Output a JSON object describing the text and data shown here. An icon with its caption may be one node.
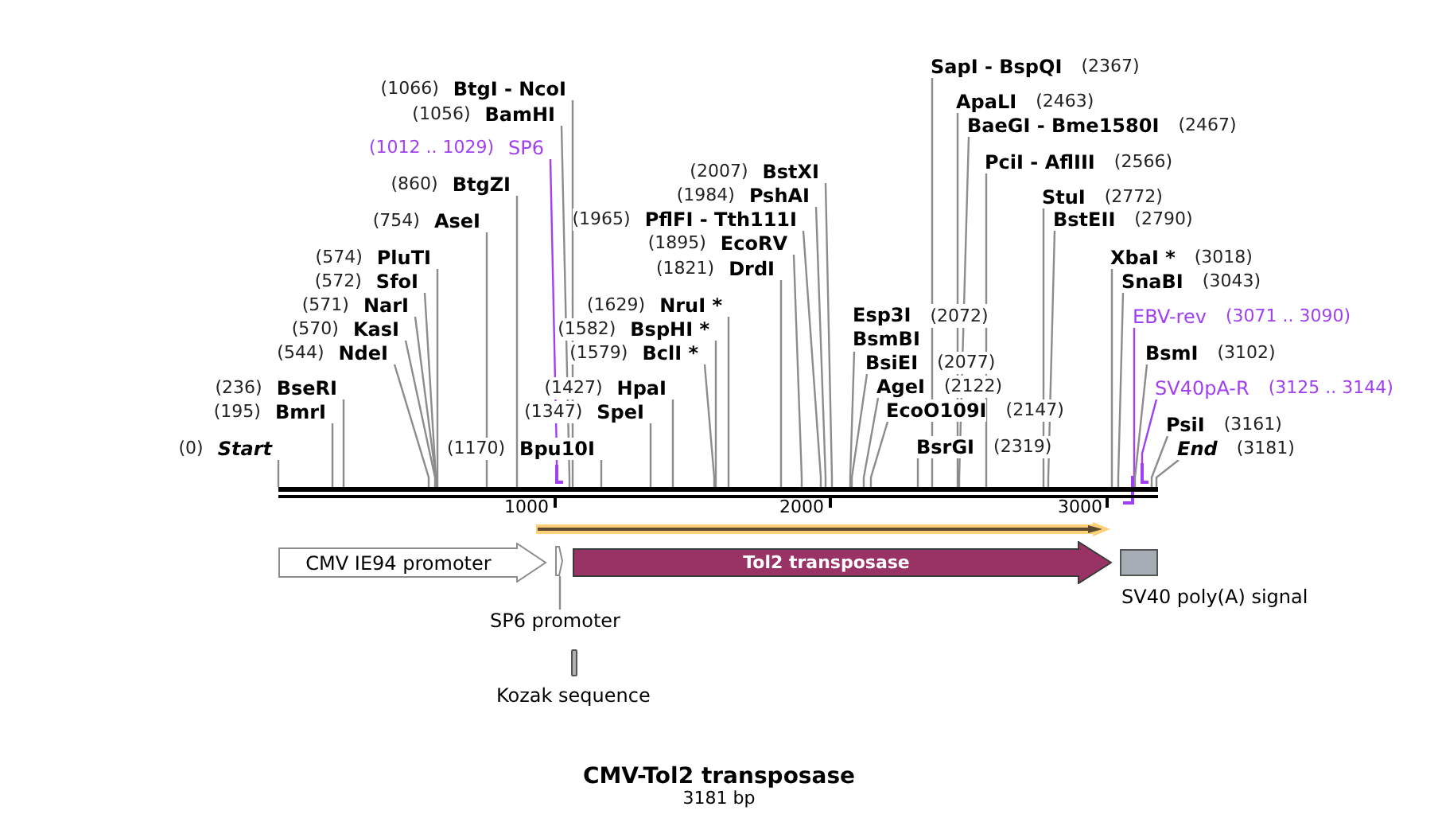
{
  "diagram": {
    "title": "CMV-Tol2 transposase",
    "caption": "3181 bp",
    "nodes": [
      {
        "text": [
          "(1066)",
          "BtgI - NcoI"
        ]
      },
      {
        "text": [
          "(1056)",
          "BamHI"
        ]
      },
      {
        "text": [
          "(1012 .. 1029)",
          "SP6"
        ]
      },
      {
        "text": [
          "(860)",
          "BtgZI"
        ]
      },
      {
        "text": [
          "(754)",
          "AseI"
        ]
      },
      {
        "text": [
          "(574)",
          "PluTI"
        ]
      },
      {
        "text": [
          "(572)",
          "SfoI"
        ]
      },
      {
        "text": [
          "(571)",
          "NarI"
        ]
      },
      {
        "text": [
          "(570)",
          "KasI"
        ]
      },
      {
        "text": [
          "(544)",
          "NdeI"
        ]
      },
      {
        "text": [
          "(236)",
          "BseRI"
        ]
      },
      {
        "text": [
          "(195)",
          "BmrI"
        ]
      },
      {
        "text": [
          "(0)",
          "Start"
        ]
      },
      {
        "text": [
          "(1170)",
          "Bpu10I"
        ]
      },
      {
        "text": [
          "(2007)",
          "BstXI"
        ]
      },
      {
        "text": [
          "(1984)",
          "PshAI"
        ]
      },
      {
        "text": [
          "(1965)",
          "PflFI - Tth111I"
        ]
      },
      {
        "text": [
          "(1895)",
          "EcoRV"
        ]
      },
      {
        "text": [
          "(1821)",
          "DrdI"
        ]
      },
      {
        "text": [
          "(1629)",
          "NruI *"
        ]
      },
      {
        "text": [
          "(1582)",
          "BspHI *"
        ]
      },
      {
        "text": [
          "(1579)",
          "BclI *"
        ]
      },
      {
        "text": [
          "(1427)",
          "HpaI"
        ]
      },
      {
        "text": [
          "(1347)",
          "SpeI"
        ]
      },
      {
        "text": [
          "SapI - BspQI",
          "(2367)"
        ]
      },
      {
        "text": [
          "ApaLI",
          "(2463)"
        ]
      },
      {
        "text": [
          "BaeGI - Bme1580I",
          "(2467)"
        ]
      },
      {
        "text": [
          "PciI - AflIII",
          "(2566)"
        ]
      },
      {
        "text": [
          "StuI",
          "(2772)"
        ]
      },
      {
        "text": [
          "BstEII",
          "(2790)"
        ]
      },
      {
        "text": [
          "XbaI *",
          "(3018)"
        ]
      },
      {
        "text": [
          "SnaBI",
          "(3043)"
        ]
      },
      {
        "text": [
          "EBV-rev",
          "(3071 .. 3090)"
        ]
      },
      {
        "text": [
          "BsmI",
          "(3102)"
        ]
      },
      {
        "text": [
          "SV40pA-R",
          "(3125 .. 3144)"
        ]
      },
      {
        "text": [
          "PsiI",
          "(3161)"
        ]
      },
      {
        "text": [
          "End",
          "(3181)"
        ]
      },
      {
        "text": [
          "Esp3I",
          "(2072)",
          "BsmBI"
        ]
      },
      {
        "text": [
          "BsiEI",
          "(2077)"
        ]
      },
      {
        "text": [
          "AgeI",
          "(2122)"
        ]
      },
      {
        "text": [
          "EcoO109I",
          "(2147)"
        ]
      },
      {
        "text": [
          "BsrGI",
          "(2319)"
        ]
      },
      {
        "text": [],
        "shape": "bracket"
      },
      {
        "text": [],
        "shape": "bracket"
      },
      {
        "text": [],
        "shape": "bracket"
      },
      {
        "text": [],
        "shape": "bar"
      },
      {
        "text": [
          "CMV IE94 promoter"
        ]
      },
      {
        "text": [],
        "shape": "arrow"
      },
      {
        "text": [
          "SP6 promoter"
        ]
      },
      {
        "text": [
          "Tol2 transposase"
        ]
      },
      {
        "text": [],
        "shape": "bar",
        "beside": [
          "Kozak sequence"
        ]
      },
      {
        "text": [],
        "shape": "box",
        "beside": [
          "SV40 poly(A) signal"
        ]
      }
    ],
    "edges": [
      {
        "from": 0,
        "to": 45,
        "arrow": "none"
      },
      {
        "from": 1,
        "to": 45,
        "arrow": "none"
      },
      {
        "from": 2,
        "to": 42,
        "arrow": "none",
        "color": "#a040f0"
      },
      {
        "from": 3,
        "to": 45,
        "arrow": "none"
      },
      {
        "from": 4,
        "to": 45,
        "arrow": "none"
      },
      {
        "from": 5,
        "to": 45,
        "arrow": "none"
      },
      {
        "from": 6,
        "to": 45,
        "arrow": "none"
      },
      {
        "from": 7,
        "to": 45,
        "arrow": "none"
      },
      {
        "from": 8,
        "to": 45,
        "arrow": "none"
      },
      {
        "from": 9,
        "to": 45,
        "arrow": "none"
      },
      {
        "from": 10,
        "to": 45,
        "arrow": "none"
      },
      {
        "from": 11,
        "to": 45,
        "arrow": "none"
      },
      {
        "from": 12,
        "to": 45,
        "arrow": "none"
      },
      {
        "from": 13,
        "to": 45,
        "arrow": "none"
      },
      {
        "from": 14,
        "to": 45,
        "arrow": "none"
      },
      {
        "from": 15,
        "to": 45,
        "arrow": "none"
      },
      {
        "from": 16,
        "to": 45,
        "arrow": "none"
      },
      {
        "from": 17,
        "to": 45,
        "arrow": "none"
      },
      {
        "from": 18,
        "to": 45,
        "arrow": "none"
      },
      {
        "from": 19,
        "to": 45,
        "arrow": "none"
      },
      {
        "from": 20,
        "to": 45,
        "arrow": "none"
      },
      {
        "from": 21,
        "to": 45,
        "arrow": "none"
      },
      {
        "from": 22,
        "to": 45,
        "arrow": "none"
      },
      {
        "from": 23,
        "to": 45,
        "arrow": "none"
      },
      {
        "from": 24,
        "to": 45,
        "arrow": "none"
      },
      {
        "from": 25,
        "to": 45,
        "arrow": "none"
      },
      {
        "from": 26,
        "to": 45,
        "arrow": "none"
      },
      {
        "from": 27,
        "to": 45,
        "arrow": "none"
      },
      {
        "from": 28,
        "to": 45,
        "arrow": "none"
      },
      {
        "from": 29,
        "to": 45,
        "arrow": "none"
      },
      {
        "from": 30,
        "to": 45,
        "arrow": "none"
      },
      {
        "from": 31,
        "to": 45,
        "arrow": "none"
      },
      {
        "from": 32,
        "to": 43,
        "arrow": "none",
        "color": "#a040f0"
      },
      {
        "from": 33,
        "to": 45,
        "arrow": "none"
      },
      {
        "from": 34,
        "to": 44,
        "arrow": "none",
        "color": "#a040f0"
      },
      {
        "from": 35,
        "to": 45,
        "arrow": "none"
      },
      {
        "from": 36,
        "to": 45,
        "arrow": "none"
      },
      {
        "from": 37,
        "to": 45,
        "arrow": "none"
      },
      {
        "from": 38,
        "to": 45,
        "arrow": "none"
      },
      {
        "from": 39,
        "to": 45,
        "arrow": "none"
      },
      {
        "from": 40,
        "to": 45,
        "arrow": "none"
      },
      {
        "from": 41,
        "to": 45,
        "arrow": "none"
      },
      {
        "from": 48,
        "to": 47,
        "arrow": "none"
      }
    ],
    "labels": [
      "1000",
      "2000",
      "3000"
    ]
  }
}
